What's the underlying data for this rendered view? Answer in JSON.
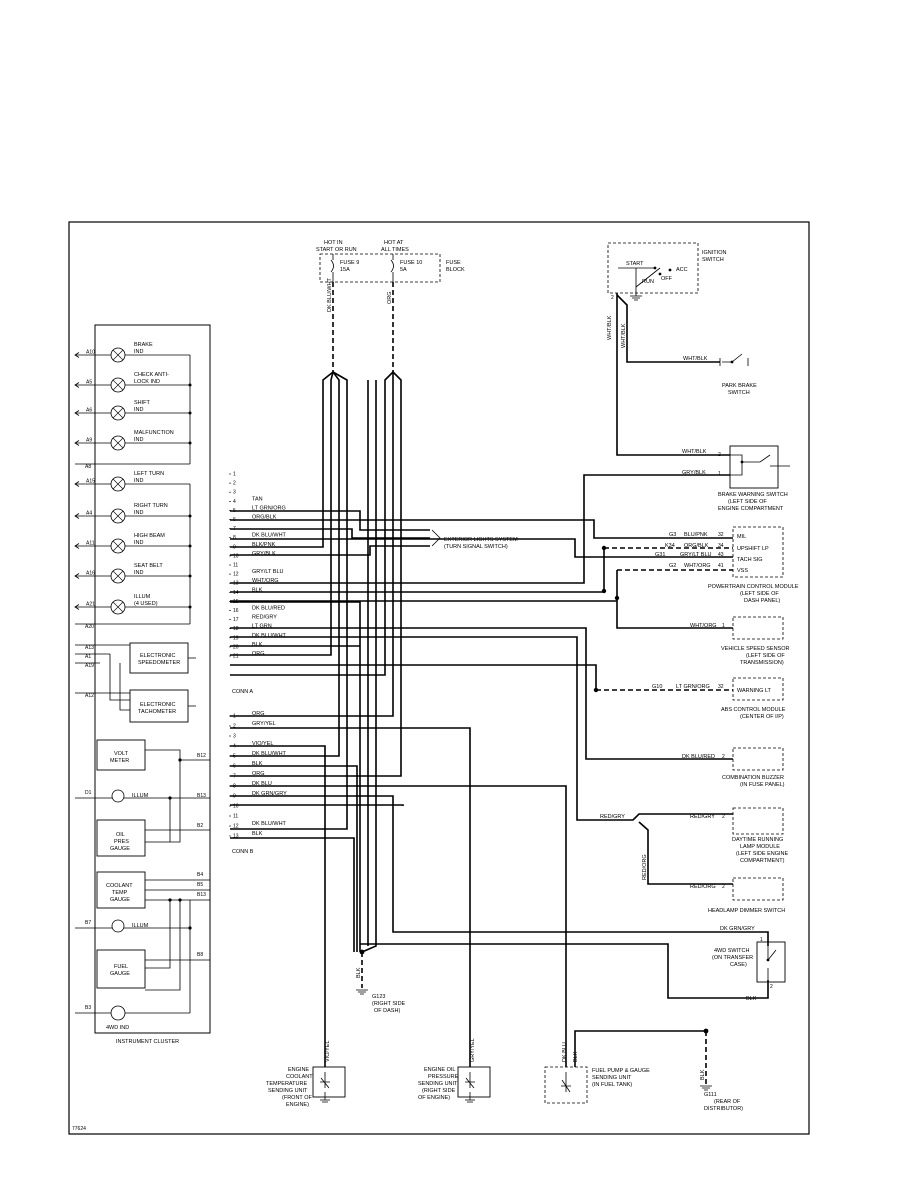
{
  "fuse_block": {
    "hot_run": [
      "HOT IN",
      "START OR RUN"
    ],
    "hot_all": [
      "HOT AT",
      "ALL TIMES"
    ],
    "fuse9": [
      "FUSE 9",
      "15A"
    ],
    "fuse10": [
      "FUSE 10",
      "5A"
    ],
    "label": [
      "FUSE",
      "BLOCK"
    ],
    "wire_left": "DK BLU/WHT",
    "wire_right": "ORG"
  },
  "ignition": {
    "label": [
      "IGNITION",
      "SWITCH"
    ],
    "start": "START",
    "run": "RUN",
    "off": "OFF",
    "acc": "ACC",
    "pin": "2",
    "wire": "WHT/BLK"
  },
  "park_brake": {
    "label": [
      "PARK BRAKE",
      "SWITCH"
    ],
    "wire": "WHT/BLK"
  },
  "brake_warning": {
    "label": [
      "BRAKE WARNING SWITCH",
      "(LEFT SIDE OF",
      "ENGINE COMPARTMENT"
    ],
    "wire1": "WHT/BLK",
    "pin1": "2",
    "wire2": "GRY/BLK",
    "pin2": "1"
  },
  "exterior": {
    "label": [
      "EXTERIOR LIGHTS SYSTEM",
      "(TURN SIGNAL SWITCH)"
    ]
  },
  "pcm": {
    "label": [
      "POWERTRAIN CONTROL MODULE",
      "(LEFT SIDE OF",
      "DASH PANEL)"
    ],
    "inside": [
      "MIL",
      "UPSHIFT LP",
      "TACH SIG",
      "VSS"
    ],
    "rows": [
      {
        "conn": "G3",
        "wire": "BLU/PNK",
        "pin": "32"
      },
      {
        "conn": "K34",
        "wire": "ORG/BLK",
        "pin": "34"
      },
      {
        "conn": "G31",
        "wire": "GRY/LT BLU",
        "pin": "43"
      },
      {
        "conn": "G2",
        "wire": "WHT/ORG",
        "pin": "41"
      }
    ]
  },
  "vss": {
    "label": [
      "VEHICLE SPEED SENSOR",
      "(LEFT SIDE OF",
      "TRANSMISSION)"
    ],
    "wire": "WHT/ORG",
    "pin": "1"
  },
  "abs": {
    "label": [
      "ABS CONTROL MODULE",
      "(CENTER OF I/P)"
    ],
    "inside": "WARNING LT",
    "conn": "G10",
    "wire": "LT GRN/ORG",
    "pin": "32"
  },
  "buzzer": {
    "label": [
      "COMBINATION BUZZER",
      "(IN FUSE PANEL)"
    ],
    "wire": "DK BLU/RED",
    "pin": "2"
  },
  "drl": {
    "label": [
      "DAYTIME RUNNING",
      "LAMP MODULE",
      "(LEFT SIDE ENGINE",
      "COMPARTMENT)"
    ],
    "wire": "RED/GRY",
    "pin": "2",
    "wire_in": "RED/GRY"
  },
  "dimmer": {
    "label": "HEADLAMP DIMMER SWITCH",
    "wire": "RED/ORG",
    "pin": "2",
    "wire_vert": "RED/ORG"
  },
  "fourwd": {
    "label": [
      "4WD SWITCH",
      "(ON TRANSFER",
      "CASE)"
    ],
    "wire_top": "DK GRN/GRY",
    "wire_bottom": "BLK",
    "pin1": "1",
    "pin2": "2"
  },
  "ground_g123": {
    "label": [
      "G123",
      "(RIGHT SIDE",
      "OF DASH)"
    ],
    "wire": "BLK"
  },
  "ground_g111": {
    "label": [
      "G111",
      "(REAR OF",
      "DISTRIBUTOR)"
    ],
    "wire": "BLK"
  },
  "ect": {
    "label": [
      "ENGINE",
      "COOLANT",
      "TEMPERATURE",
      "SENDING UNIT",
      "(FRONT OF",
      "ENGINE)"
    ],
    "wire": "VIO/YEL"
  },
  "oil": {
    "label": [
      "ENGINE OIL",
      "PRESSURE",
      "SENDING UNIT",
      "(RIGHT SIDE",
      "OF ENGINE)"
    ],
    "wire": "GRY/YEL"
  },
  "fuel": {
    "label": [
      "FUEL PUMP & GAUGE",
      "SENDING UNIT",
      "(IN FUEL TANK)"
    ],
    "wire1": "DK BLU",
    "wire2": "BLK"
  },
  "conn_a": {
    "label": "CONN A",
    "pins": [
      {
        "n": "1",
        "w": ""
      },
      {
        "n": "2",
        "w": ""
      },
      {
        "n": "3",
        "w": ""
      },
      {
        "n": "4",
        "w": "TAN"
      },
      {
        "n": "5",
        "w": "LT GRN/ORG"
      },
      {
        "n": "6",
        "w": "ORG/BLK"
      },
      {
        "n": "7",
        "w": ""
      },
      {
        "n": "8",
        "w": "DK BLU/WHT"
      },
      {
        "n": "9",
        "w": "BLK/PNK"
      },
      {
        "n": "10",
        "w": "GRY/BLK"
      },
      {
        "n": "11",
        "w": ""
      },
      {
        "n": "12",
        "w": "GRY/LT BLU"
      },
      {
        "n": "13",
        "w": "WHT/ORG"
      },
      {
        "n": "14",
        "w": "BLK"
      },
      {
        "n": "15",
        "w": ""
      },
      {
        "n": "16",
        "w": "DK BLU/RED"
      },
      {
        "n": "17",
        "w": "RED/GRY"
      },
      {
        "n": "18",
        "w": "LT GRN"
      },
      {
        "n": "19",
        "w": "DK BLU/WHT"
      },
      {
        "n": "20",
        "w": "BLK"
      },
      {
        "n": "21",
        "w": "ORG"
      }
    ]
  },
  "conn_b": {
    "label": "CONN B",
    "pins": [
      {
        "n": "1",
        "w": "ORG"
      },
      {
        "n": "2",
        "w": "GRY/YEL"
      },
      {
        "n": "3",
        "w": ""
      },
      {
        "n": "4",
        "w": "VIO/YEL"
      },
      {
        "n": "5",
        "w": "DK BLU/WHT"
      },
      {
        "n": "6",
        "w": "BLK"
      },
      {
        "n": "7",
        "w": "ORG"
      },
      {
        "n": "8",
        "w": "DK BLU"
      },
      {
        "n": "9",
        "w": "DK GRN/GRY"
      },
      {
        "n": "10",
        "w": ""
      },
      {
        "n": "11",
        "w": ""
      },
      {
        "n": "12",
        "w": "DK BLU/WHT"
      },
      {
        "n": "13",
        "w": "BLK"
      }
    ]
  },
  "cluster": {
    "label": "INSTRUMENT CLUSTER",
    "lamps": [
      {
        "pin": "A10",
        "label": [
          "BRAKE",
          "IND"
        ]
      },
      {
        "pin": "A5",
        "label": [
          "CHECK ANTI-",
          "LOCK IND"
        ]
      },
      {
        "pin": "A6",
        "label": [
          "SHIFT",
          "IND"
        ]
      },
      {
        "pin": "A9",
        "label": [
          "MALFUNCTION",
          "IND"
        ]
      },
      {
        "pin": "A15",
        "label": [
          "LEFT TURN",
          "IND"
        ]
      },
      {
        "pin": "A4",
        "label": [
          "RIGHT TURN",
          "IND"
        ]
      },
      {
        "pin": "A11",
        "label": [
          "HIGH BEAM",
          "IND"
        ]
      },
      {
        "pin": "A16",
        "label": [
          "SEAT BELT",
          "IND"
        ]
      },
      {
        "pin": "A21",
        "label": [
          "ILLUM",
          "(4 USED)"
        ]
      }
    ],
    "extra_pins": [
      "A8",
      "A20",
      "A13",
      "A1",
      "A19",
      "A12"
    ],
    "speedo": [
      "ELECTRONIC",
      "SPEEDOMETER"
    ],
    "tacho": [
      "ELECTRONIC",
      "TACHOMETER"
    ],
    "volt": [
      "VOLT",
      "METER"
    ],
    "illum": "ILLUM",
    "oil": [
      "OIL",
      "PRES",
      "GAUGE"
    ],
    "coolant": [
      "COOLANT",
      "TEMP",
      "GAUGE"
    ],
    "fuel": [
      "FUEL",
      "GAUGE"
    ],
    "fourwd": "4WD IND",
    "bpins": [
      "B12",
      "D1",
      "B13",
      "B2",
      "B4",
      "B5",
      "B13",
      "B7",
      "B8",
      "B3"
    ]
  },
  "figure_id": "77624"
}
